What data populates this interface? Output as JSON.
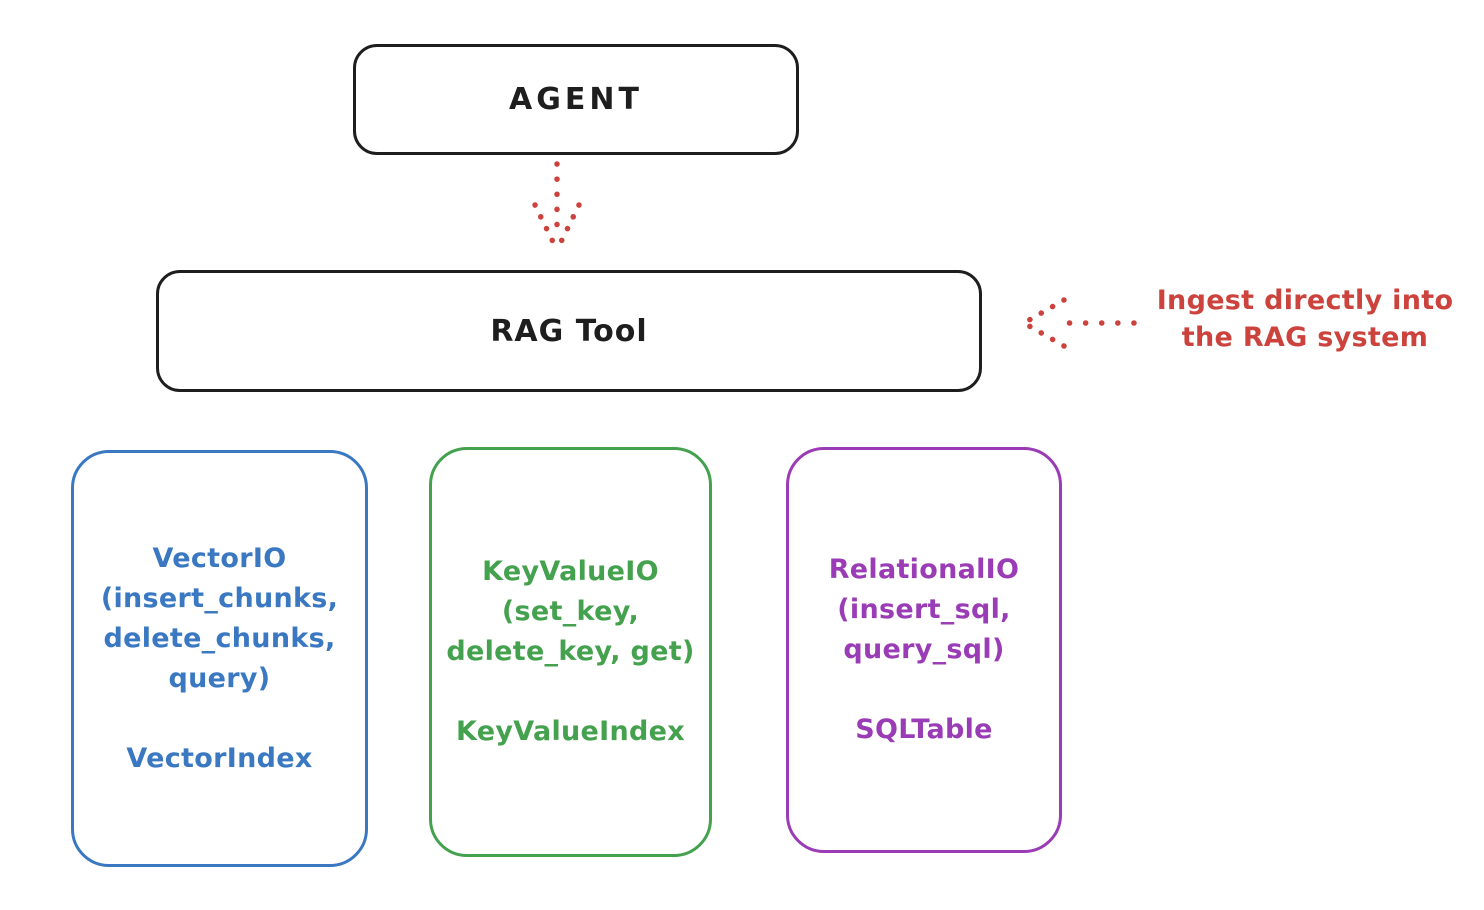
{
  "palette": {
    "ink": "#1e1e1e",
    "red": "#cc423d",
    "blue": "#3a78c2",
    "green": "#44a14e",
    "purple": "#9a3cb5",
    "background": "#ffffff"
  },
  "nodes": {
    "agent": {
      "label": "AGENT"
    },
    "rag_tool": {
      "label": "RAG Tool"
    }
  },
  "annotation": {
    "line1": "Ingest directly into",
    "line2": "the RAG system"
  },
  "cards": {
    "vector": {
      "lines": [
        "VectorIO",
        "(insert_chunks,",
        "delete_chunks,",
        "query)"
      ],
      "footer": "VectorIndex"
    },
    "keyvalue": {
      "lines": [
        "KeyValueIO",
        "(set_key,",
        "delete_key, get)"
      ],
      "footer": "KeyValueIndex"
    },
    "relational": {
      "lines": [
        "RelationalIO",
        "(insert_sql,",
        "query_sql)"
      ],
      "footer": "SQLTable"
    }
  },
  "icons": {
    "agent_to_rag": "dotted-down-arrow",
    "ingest": "dotted-left-arrow"
  }
}
